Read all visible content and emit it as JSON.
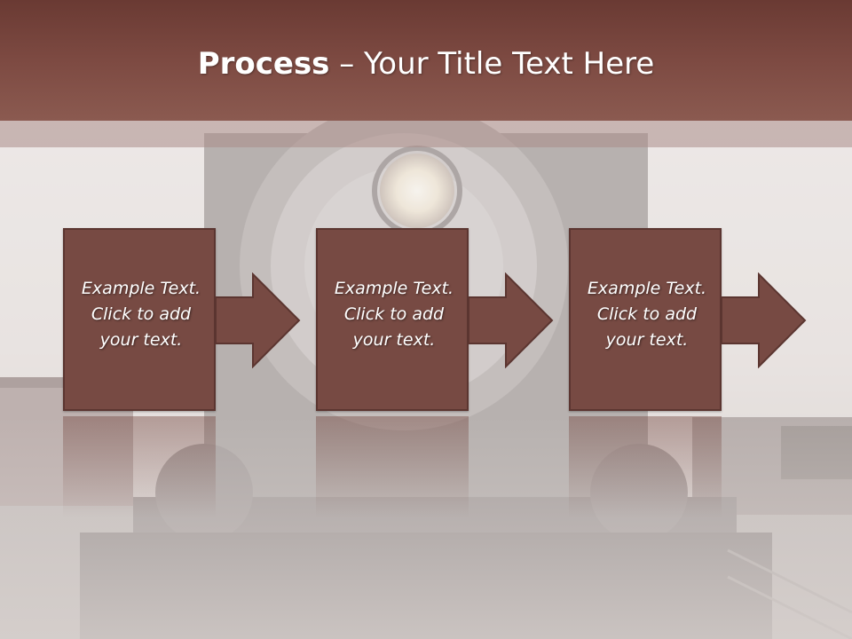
{
  "slide": {
    "title_bold": "Process",
    "title_rest": " – Your Title Text Here",
    "background_image": "steam-locomotive-front-photo"
  },
  "steps": [
    {
      "line1": "Example Text.",
      "line2": "Click  to add",
      "line3": "your text."
    },
    {
      "line1": "Example Text.",
      "line2": "Click  to add",
      "line3": "your text."
    },
    {
      "line1": "Example Text.",
      "line2": "Click  to add",
      "line3": "your text."
    }
  ],
  "colors": {
    "title_bar": "#7d4a42",
    "box_fill": "#774a43",
    "arrow_fill": "#774a43",
    "text": "#ffffff"
  }
}
